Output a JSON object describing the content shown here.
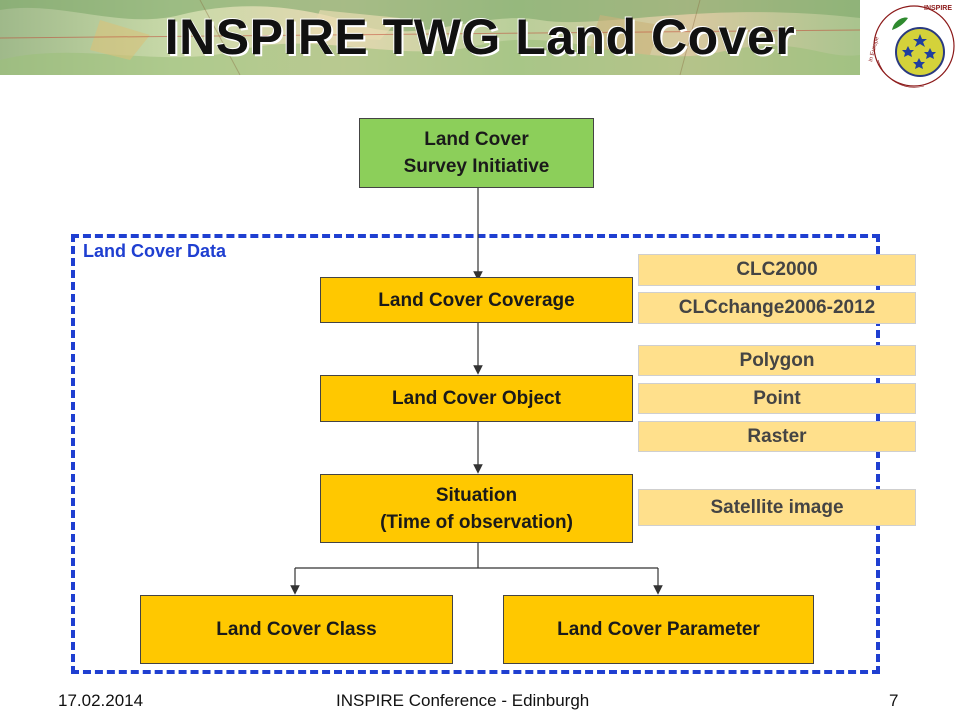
{
  "title": "INSPIRE TWG Land Cover",
  "logo": {
    "text": "INSPIRE - Infrastructure for Spatial Information in Europe"
  },
  "region_label": "Land Cover Data",
  "nodes": {
    "survey": [
      "Land Cover",
      "Survey Initiative"
    ],
    "coverage": "Land Cover Coverage",
    "object": "Land Cover Object",
    "situation": [
      "Situation",
      "(Time of observation)"
    ],
    "class": "Land Cover Class",
    "parameter": "Land Cover Parameter"
  },
  "tags": {
    "coverage": [
      "CLC2000",
      "CLCchange2006-2012"
    ],
    "object": [
      "Polygon",
      "Point",
      "Raster"
    ],
    "situation": [
      "Satellite image"
    ]
  },
  "footer": {
    "date": "17.02.2014",
    "event": "INSPIRE Conference - Edinburgh",
    "page": "7"
  },
  "colors": {
    "green": "#8ccf5a",
    "orange": "#ffc800",
    "tag": "#ffe08c",
    "dashed": "#1f3fd1"
  }
}
